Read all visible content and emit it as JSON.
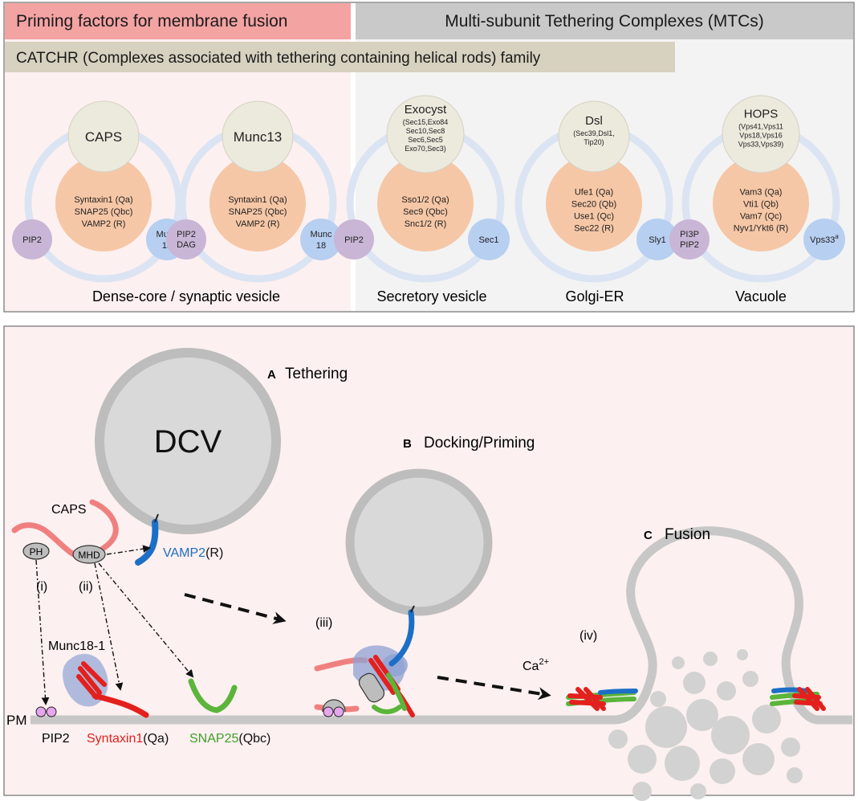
{
  "colors": {
    "pink_panel": "#fdf0f0",
    "gray_panel": "#f3f3f3",
    "pink_header": "#f4a3a3",
    "gray_header": "#c9c9c9",
    "catchr_band": "#d7d1bf",
    "top_circle": "#ece9dd",
    "snare_circle": "#f6c7a6",
    "lipid_circle": "#c9b6d6",
    "sm_circle": "#b7cff1",
    "ring": "#dbe4f3",
    "membrane": "#c7c7c7",
    "syntaxin": "#e3201d",
    "snap25": "#5ab53a",
    "vamp2": "#1c6fc6",
    "caps_chain": "#f08080",
    "munc18": "#8fa2d3",
    "pip2_dot": "#e6a6ee"
  },
  "header": {
    "priming": "Priming factors for membrane fusion",
    "mtc": "Multi-subunit Tethering Complexes (MTCs)",
    "catchr": "CATCHR (Complexes associated with tethering containing helical rods) family"
  },
  "complexes": [
    {
      "top": "CAPS",
      "top_sub": [],
      "snares": [
        "Syntaxin1 (Qa)",
        "SNAP25 (Qbc)",
        "VAMP2 (R)"
      ],
      "lipid": [
        "PIP2"
      ],
      "sm": [
        "Munc",
        "18"
      ],
      "sm_sup": ""
    },
    {
      "top": "Munc13",
      "top_sub": [],
      "snares": [
        "Syntaxin1 (Qa)",
        "SNAP25 (Qbc)",
        "VAMP2 (R)"
      ],
      "lipid": [
        "PIP2",
        "DAG"
      ],
      "sm": [
        "Munc",
        "18"
      ],
      "sm_sup": ""
    },
    {
      "top": "Exocyst",
      "top_sub": [
        "(Sec15,Exo84",
        "Sec10,Sec8",
        "Sec6,Sec5",
        "Exo70,Sec3)"
      ],
      "snares": [
        "Sso1/2 (Qa)",
        "Sec9 (Qbc)",
        "Snc1/2 (R)"
      ],
      "lipid": [
        "PIP2"
      ],
      "sm": [
        "Sec1"
      ],
      "sm_sup": ""
    },
    {
      "top": "Dsl",
      "top_sub": [
        "(Sec39,Dsl1,",
        "Tip20)"
      ],
      "snares": [
        "Ufe1 (Qa)",
        "Sec20 (Qb)",
        "Use1 (Qc)",
        "Sec22 (R)"
      ],
      "lipid": [],
      "sm": [
        "Sly1"
      ],
      "sm_sup": ""
    },
    {
      "top": "HOPS",
      "top_sub": [
        "(Vps41,Vps11",
        "Vps18,Vps16",
        "Vps33,Vps39)"
      ],
      "snares": [
        "Vam3 (Qa)",
        "Vti1 (Qb)",
        "Vam7 (Qc)",
        "Nyv1/Ykt6 (R)"
      ],
      "lipid": [
        "PI3P",
        "PIP2"
      ],
      "sm": [
        "Vps33"
      ],
      "sm_sup": "a"
    }
  ],
  "vesicle_labels": {
    "dense_core": "Dense-core / synaptic vesicle",
    "secretory": "Secretory vesicle",
    "golgi": "Golgi-ER",
    "vacuole": "Vacuole"
  },
  "steps": {
    "a_letter": "A",
    "a_text": "Tethering",
    "b_letter": "B",
    "b_text": "Docking/Priming",
    "c_letter": "C",
    "c_text": "Fusion"
  },
  "labels": {
    "dcv": "DCV",
    "caps": "CAPS",
    "ph": "PH",
    "mhd": "MHD",
    "vamp2": "VAMP2",
    "vamp2_suffix": "(R)",
    "i": "(i)",
    "ii": "(ii)",
    "iii": "(iii)",
    "iv": "(iv)",
    "munc18_1": "Munc18-1",
    "ca": "Ca",
    "ca_sup": "2+",
    "pm": "PM",
    "pip2": "PIP2",
    "syntaxin1": "Syntaxin1",
    "syntaxin1_suffix": "(Qa)",
    "snap25": "SNAP25",
    "snap25_suffix": "(Qbc)"
  }
}
